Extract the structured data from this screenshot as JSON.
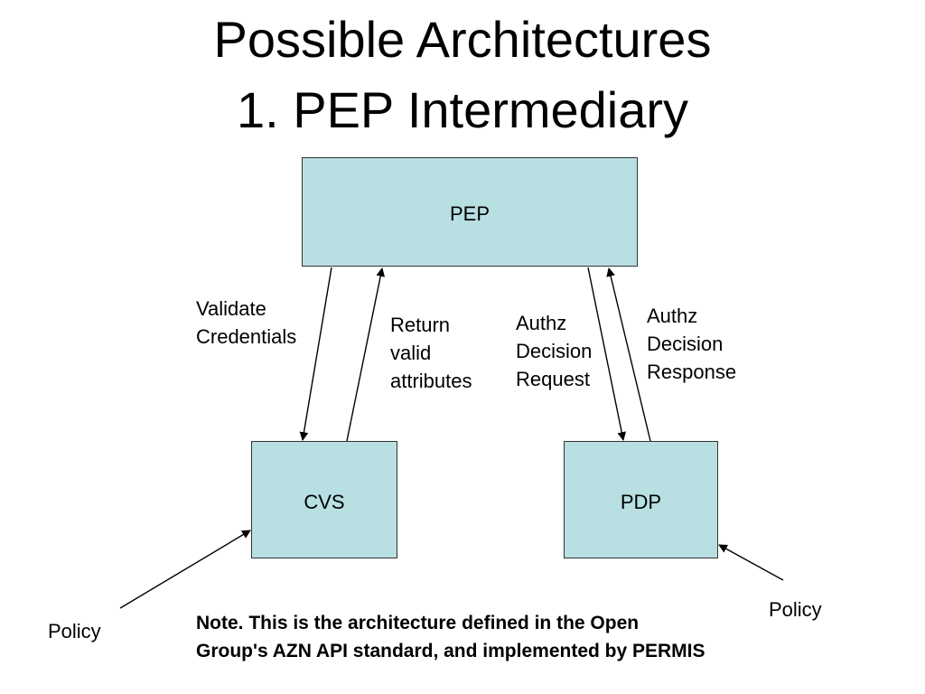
{
  "title": {
    "line1": "Possible Architectures",
    "line2": "1. PEP Intermediary"
  },
  "nodes": {
    "pep": "PEP",
    "cvs": "CVS",
    "pdp": "PDP"
  },
  "edge_labels": {
    "validate_credentials": "Validate\nCredentials",
    "return_valid_attributes": "Return\nvalid\nattributes",
    "authz_decision_request": "Authz\nDecision\nRequest",
    "authz_decision_response": "Authz\nDecision\nResponse"
  },
  "policy_left": "Policy",
  "policy_right": "Policy",
  "note": "Note. This is the architecture defined in the Open\nGroup's AZN API standard, and implemented by PERMIS",
  "colors": {
    "box_fill": "#b8dfe2",
    "box_border": "#333333",
    "arrow": "#000000"
  }
}
